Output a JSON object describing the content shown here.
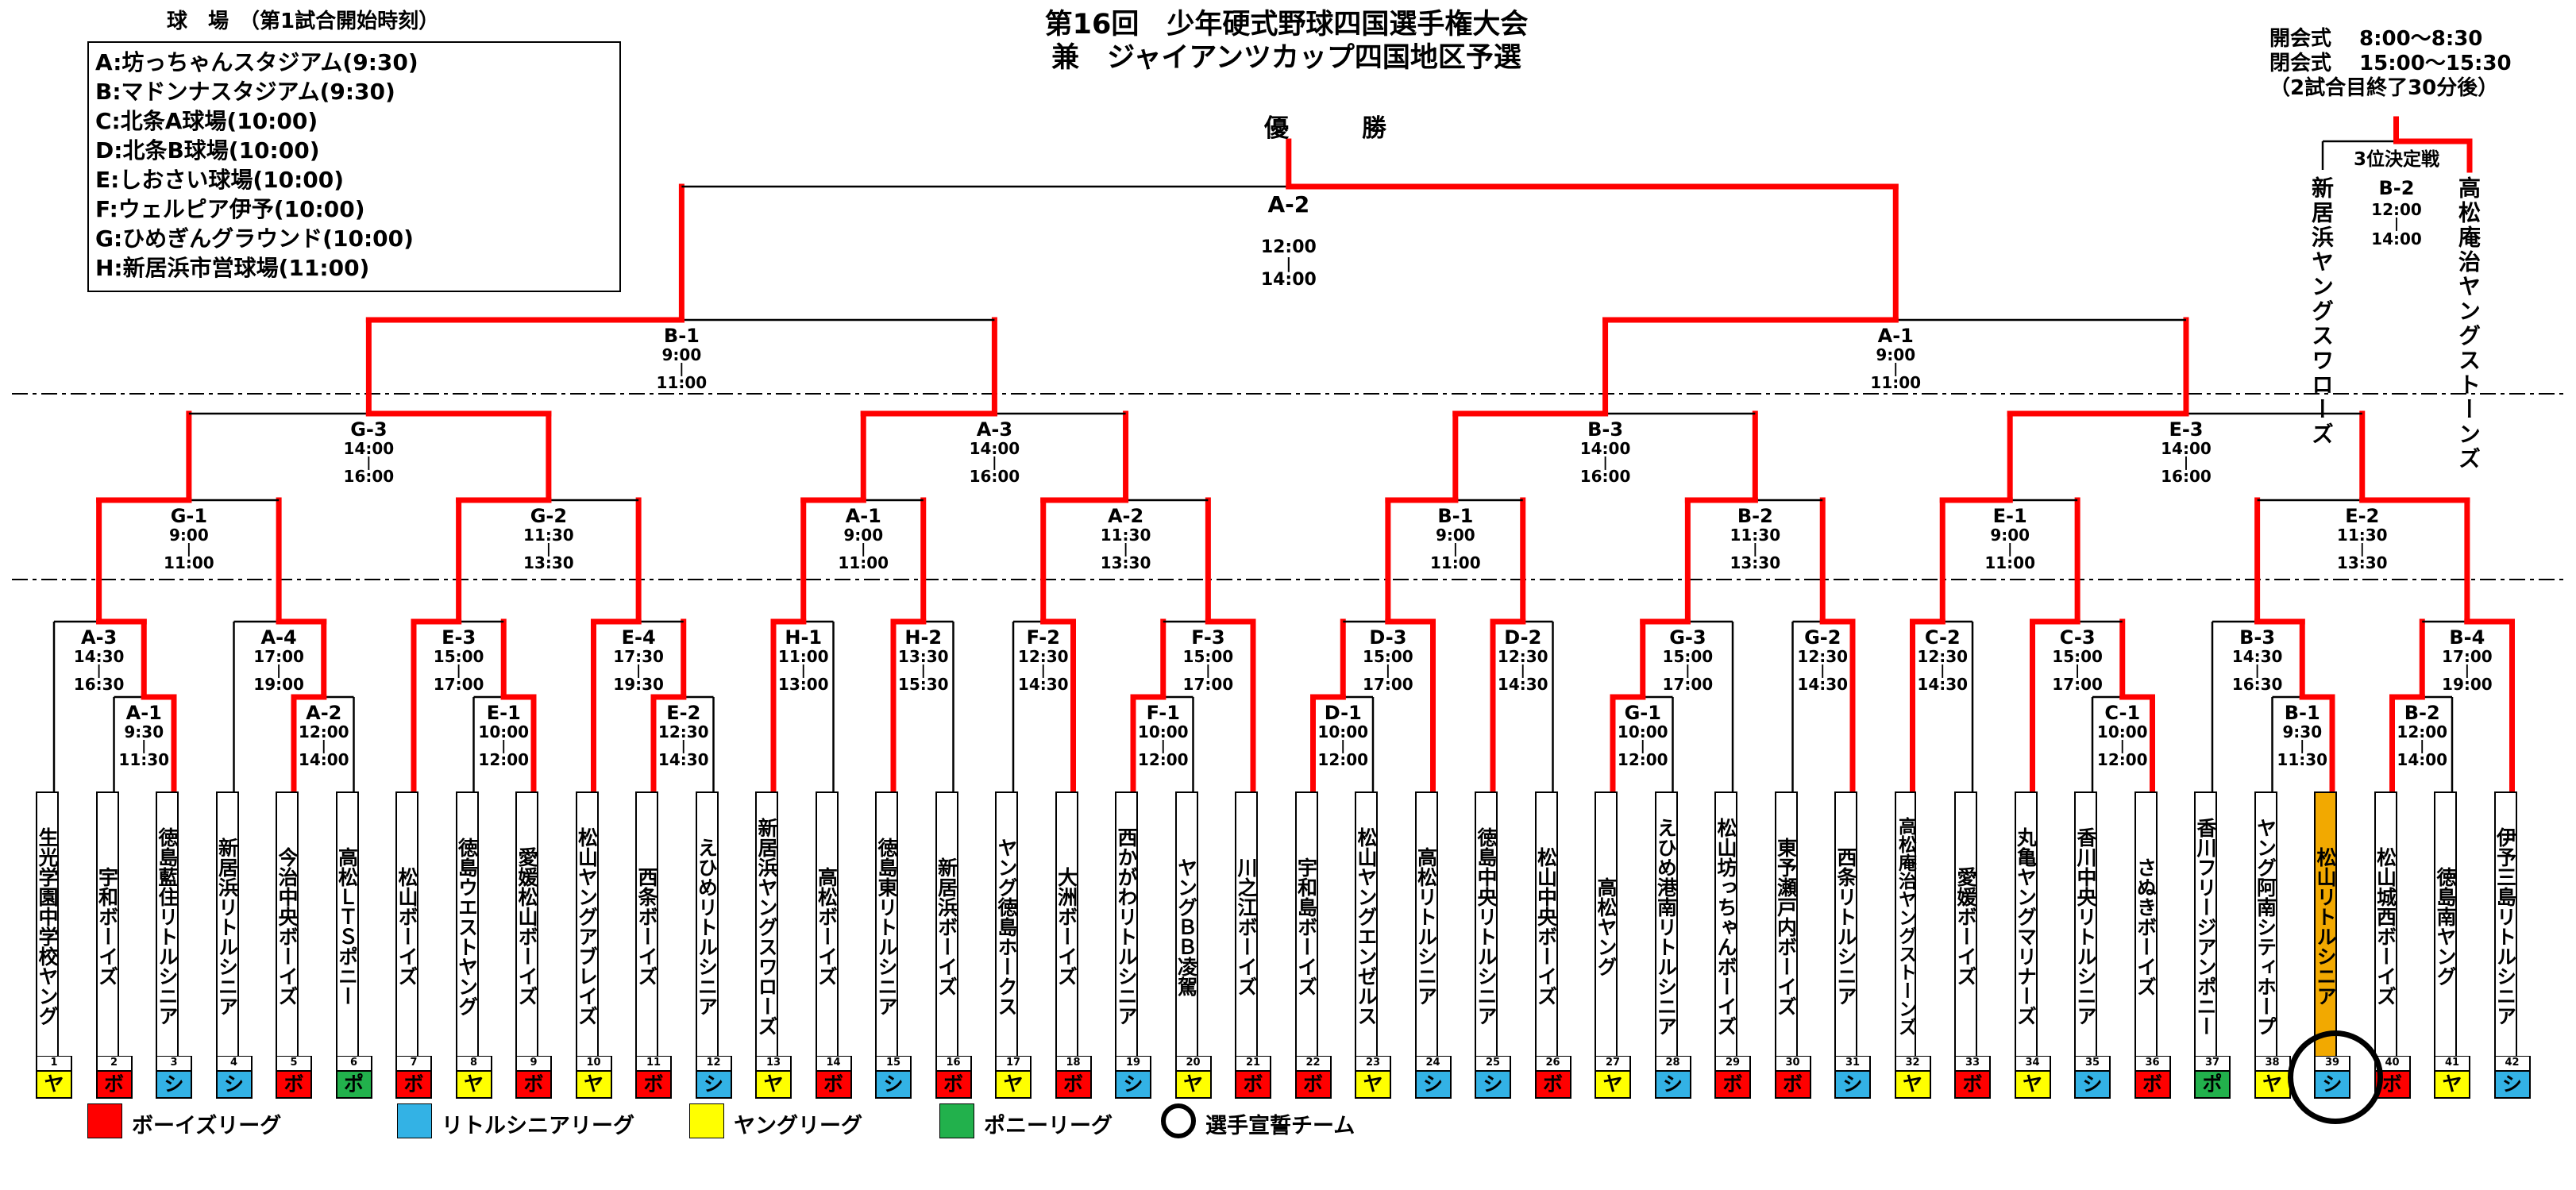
{
  "title": {
    "line1": "第16回　少年硬式野球四国選手権大会",
    "line2": "兼　ジャイアンツカップ四国地区予選"
  },
  "champion_label": "優勝",
  "venues": {
    "title": "球　場　（第1試合開始時刻）",
    "items": [
      "A:坊っちゃんスタジアム(9:30)",
      "B:マドンナスタジアム(9:30)",
      "C:北条A球場(10:00)",
      "D:北条B球場(10:00)",
      "E:しおさい球場(10:00)",
      "F:ウェルピア伊予(10:00)",
      "G:ひめぎんグラウンド(10:00)",
      "H:新居浜市営球場(11:00)"
    ]
  },
  "ceremony": {
    "line1": "開会式　 8:00～8:30",
    "line2": "閉会式　 15:00～15:30",
    "line3": "（2試合目終了30分後）"
  },
  "third_place": {
    "title": "3位決定戦",
    "label": "B-2",
    "time1": "12:00",
    "time2": "14:00",
    "left_team": "新居浜ヤングスワローズ",
    "right_team": "高松庵治ヤングストーンズ",
    "winner": "right"
  },
  "colors": {
    "win_path": "#FF0000",
    "line": "#000000",
    "highlight": "#F2A900",
    "leagues": {
      "ボ": "#FF0000",
      "シ": "#33B2E5",
      "ヤ": "#FFFF00",
      "ポ": "#22B14C"
    }
  },
  "legend": [
    {
      "shape": "square",
      "color": "#FF0000",
      "label": "ボーイズリーグ"
    },
    {
      "shape": "square",
      "color": "#33B2E5",
      "label": "リトルシニアリーグ"
    },
    {
      "shape": "square",
      "color": "#FFFF00",
      "label": "ヤングリーグ"
    },
    {
      "shape": "square",
      "color": "#22B14C",
      "label": "ポニーリーグ"
    },
    {
      "shape": "circle",
      "color": "#000000",
      "label": "選手宣誓チーム"
    }
  ],
  "teams": [
    {
      "num": 1,
      "name": "生光学園中学校ヤング",
      "league": "ヤ"
    },
    {
      "num": 2,
      "name": "宇和ボーイズ",
      "league": "ボ"
    },
    {
      "num": 3,
      "name": "徳島藍住リトルシニア",
      "league": "シ"
    },
    {
      "num": 4,
      "name": "新居浜リトルシニア",
      "league": "シ"
    },
    {
      "num": 5,
      "name": "今治中央ボーイズ",
      "league": "ボ"
    },
    {
      "num": 6,
      "name": "高松ＬＴＳポニー",
      "league": "ポ"
    },
    {
      "num": 7,
      "name": "松山ボーイズ",
      "league": "ボ"
    },
    {
      "num": 8,
      "name": "徳島ウエストヤング",
      "league": "ヤ"
    },
    {
      "num": 9,
      "name": "愛媛松山ボーイズ",
      "league": "ボ"
    },
    {
      "num": 10,
      "name": "松山ヤングアブレイズ",
      "league": "ヤ"
    },
    {
      "num": 11,
      "name": "西条ボーイズ",
      "league": "ボ"
    },
    {
      "num": 12,
      "name": "えひめリトルシニア",
      "league": "シ"
    },
    {
      "num": 13,
      "name": "新居浜ヤングスワローズ",
      "league": "ヤ"
    },
    {
      "num": 14,
      "name": "高松ボーイズ",
      "league": "ボ"
    },
    {
      "num": 15,
      "name": "徳島東リトルシニア",
      "league": "シ"
    },
    {
      "num": 16,
      "name": "新居浜ボーイズ",
      "league": "ボ"
    },
    {
      "num": 17,
      "name": "ヤング徳島ホークス",
      "league": "ヤ"
    },
    {
      "num": 18,
      "name": "大洲ボーイズ",
      "league": "ボ"
    },
    {
      "num": 19,
      "name": "西かがわリトルシニア",
      "league": "シ"
    },
    {
      "num": 20,
      "name": "ヤングＢＢ凌駕",
      "league": "ヤ"
    },
    {
      "num": 21,
      "name": "川之江ボーイズ",
      "league": "ボ"
    },
    {
      "num": 22,
      "name": "宇和島ボーイズ",
      "league": "ボ"
    },
    {
      "num": 23,
      "name": "松山ヤングエンゼルス",
      "league": "ヤ"
    },
    {
      "num": 24,
      "name": "高松リトルシニア",
      "league": "シ"
    },
    {
      "num": 25,
      "name": "徳島中央リトルシニア",
      "league": "シ"
    },
    {
      "num": 26,
      "name": "松山中央ボーイズ",
      "league": "ボ"
    },
    {
      "num": 27,
      "name": "高松ヤング",
      "league": "ヤ"
    },
    {
      "num": 28,
      "name": "えひめ港南リトルシニア",
      "league": "シ"
    },
    {
      "num": 29,
      "name": "松山坊っちゃんボーイズ",
      "league": "ボ"
    },
    {
      "num": 30,
      "name": "東予瀬戸内ボーイズ",
      "league": "ボ"
    },
    {
      "num": 31,
      "name": "西条リトルシニア",
      "league": "シ"
    },
    {
      "num": 32,
      "name": "高松庵治ヤングストーンズ",
      "league": "ヤ"
    },
    {
      "num": 33,
      "name": "愛媛ボーイズ",
      "league": "ボ"
    },
    {
      "num": 34,
      "name": "丸亀ヤングマリナーズ",
      "league": "ヤ"
    },
    {
      "num": 35,
      "name": "香川中央リトルシニア",
      "league": "シ"
    },
    {
      "num": 36,
      "name": "さぬきボーイズ",
      "league": "ボ"
    },
    {
      "num": 37,
      "name": "香川フリージアンポニー",
      "league": "ポ"
    },
    {
      "num": 38,
      "name": "ヤング阿南シティホープ",
      "league": "ヤ"
    },
    {
      "num": 39,
      "name": "松山リトルシニア",
      "league": "シ",
      "highlight": true,
      "oath": true
    },
    {
      "num": 40,
      "name": "松山城西ボーイズ",
      "league": "ボ"
    },
    {
      "num": 41,
      "name": "徳島南ヤング",
      "league": "ヤ"
    },
    {
      "num": 42,
      "name": "伊予三島リトルシニア",
      "league": "シ"
    }
  ],
  "games": [
    {
      "id": "s_A1",
      "row": "sub",
      "label": "A-1",
      "t1": "9:30",
      "t2": "11:30",
      "left": "T2",
      "right": "T3",
      "winner": "right"
    },
    {
      "id": "s_A2",
      "row": "sub",
      "label": "A-2",
      "t1": "12:00",
      "t2": "14:00",
      "left": "T5",
      "right": "T6",
      "winner": "left"
    },
    {
      "id": "s_E1",
      "row": "sub",
      "label": "E-1",
      "t1": "10:00",
      "t2": "12:00",
      "left": "T8",
      "right": "T9",
      "winner": "right"
    },
    {
      "id": "s_E2",
      "row": "sub",
      "label": "E-2",
      "t1": "12:30",
      "t2": "14:30",
      "left": "T11",
      "right": "T12",
      "winner": "left"
    },
    {
      "id": "s_F1",
      "row": "sub",
      "label": "F-1",
      "t1": "10:00",
      "t2": "12:00",
      "left": "T19",
      "right": "T20",
      "winner": "left"
    },
    {
      "id": "s_D1",
      "row": "sub",
      "label": "D-1",
      "t1": "10:00",
      "t2": "12:00",
      "left": "T22",
      "right": "T23",
      "winner": "left"
    },
    {
      "id": "s_G1",
      "row": "sub",
      "label": "G-1",
      "t1": "10:00",
      "t2": "12:00",
      "left": "T27",
      "right": "T28",
      "winner": "left"
    },
    {
      "id": "s_C1",
      "row": "sub",
      "label": "C-1",
      "t1": "10:00",
      "t2": "12:00",
      "left": "T35",
      "right": "T36",
      "winner": "right"
    },
    {
      "id": "s_B1",
      "row": "sub",
      "label": "B-1",
      "t1": "9:30",
      "t2": "11:30",
      "left": "T38",
      "right": "T39",
      "winner": "right"
    },
    {
      "id": "s_B2",
      "row": "sub",
      "label": "B-2",
      "t1": "12:00",
      "t2": "14:00",
      "left": "T40",
      "right": "T41",
      "winner": "left"
    },
    {
      "id": "l_A3",
      "row": "leaf",
      "label": "A-3",
      "t1": "14:30",
      "t2": "16:30",
      "left": "T1",
      "right": "s_A1",
      "winner": "right"
    },
    {
      "id": "l_A4",
      "row": "leaf",
      "label": "A-4",
      "t1": "17:00",
      "t2": "19:00",
      "left": "T4",
      "right": "s_A2",
      "winner": "right"
    },
    {
      "id": "l_E3",
      "row": "leaf",
      "label": "E-3",
      "t1": "15:00",
      "t2": "17:00",
      "left": "T7",
      "right": "s_E1",
      "winner": "left"
    },
    {
      "id": "l_E4",
      "row": "leaf",
      "label": "E-4",
      "t1": "17:30",
      "t2": "19:30",
      "left": "T10",
      "right": "s_E2",
      "winner": "left"
    },
    {
      "id": "l_H1",
      "row": "leaf",
      "label": "H-1",
      "t1": "11:00",
      "t2": "13:00",
      "left": "T13",
      "right": "T14",
      "winner": "left"
    },
    {
      "id": "l_H2",
      "row": "leaf",
      "label": "H-2",
      "t1": "13:30",
      "t2": "15:30",
      "left": "T15",
      "right": "T16",
      "winner": "left"
    },
    {
      "id": "l_F2",
      "row": "leaf",
      "label": "F-2",
      "t1": "12:30",
      "t2": "14:30",
      "left": "T17",
      "right": "T18",
      "winner": "right"
    },
    {
      "id": "l_F3",
      "row": "leaf",
      "label": "F-3",
      "t1": "15:00",
      "t2": "17:00",
      "left": "s_F1",
      "right": "T21",
      "winner": "right"
    },
    {
      "id": "l_D3",
      "row": "leaf",
      "label": "D-3",
      "t1": "15:00",
      "t2": "17:00",
      "left": "s_D1",
      "right": "T24",
      "winner": "right"
    },
    {
      "id": "l_D2",
      "row": "leaf",
      "label": "D-2",
      "t1": "12:30",
      "t2": "14:30",
      "left": "T25",
      "right": "T26",
      "winner": "left"
    },
    {
      "id": "l_G3",
      "row": "leaf",
      "label": "G-3",
      "t1": "15:00",
      "t2": "17:00",
      "left": "s_G1",
      "right": "T29",
      "winner": "left"
    },
    {
      "id": "l_G2",
      "row": "leaf",
      "label": "G-2",
      "t1": "12:30",
      "t2": "14:30",
      "left": "T30",
      "right": "T31",
      "winner": "right"
    },
    {
      "id": "l_C2",
      "row": "leaf",
      "label": "C-2",
      "t1": "12:30",
      "t2": "14:30",
      "left": "T32",
      "right": "T33",
      "winner": "left"
    },
    {
      "id": "l_C3",
      "row": "leaf",
      "label": "C-3",
      "t1": "15:00",
      "t2": "17:00",
      "left": "T34",
      "right": "s_C1",
      "winner": "left"
    },
    {
      "id": "l_B3",
      "row": "leaf",
      "label": "B-3",
      "t1": "14:30",
      "t2": "16:30",
      "left": "T37",
      "right": "s_B1",
      "winner": "right"
    },
    {
      "id": "l_B4",
      "row": "leaf",
      "label": "B-4",
      "t1": "17:00",
      "t2": "19:00",
      "left": "s_B2",
      "right": "T42",
      "winner": "right"
    },
    {
      "id": "r_G1",
      "row": "r16",
      "label": "G-1",
      "t1": "9:00",
      "t2": "11:00",
      "left": "l_A3",
      "right": "l_A4",
      "winner": "left"
    },
    {
      "id": "r_G2",
      "row": "r16",
      "label": "G-2",
      "t1": "11:30",
      "t2": "13:30",
      "left": "l_E3",
      "right": "l_E4",
      "winner": "left"
    },
    {
      "id": "r_A1",
      "row": "r16",
      "label": "A-1",
      "t1": "9:00",
      "t2": "11:00",
      "left": "l_H1",
      "right": "l_H2",
      "winner": "left"
    },
    {
      "id": "r_A2",
      "row": "r16",
      "label": "A-2",
      "t1": "11:30",
      "t2": "13:30",
      "left": "l_F2",
      "right": "l_F3",
      "winner": "left"
    },
    {
      "id": "r_B1",
      "row": "r16",
      "label": "B-1",
      "t1": "9:00",
      "t2": "11:00",
      "left": "l_D3",
      "right": "l_D2",
      "winner": "left"
    },
    {
      "id": "r_B2",
      "row": "r16",
      "label": "B-2",
      "t1": "11:30",
      "t2": "13:30",
      "left": "l_G3",
      "right": "l_G2",
      "winner": "left"
    },
    {
      "id": "r_E1",
      "row": "r16",
      "label": "E-1",
      "t1": "9:00",
      "t2": "11:00",
      "left": "l_C2",
      "right": "l_C3",
      "winner": "left"
    },
    {
      "id": "r_E2",
      "row": "r16",
      "label": "E-2",
      "t1": "11:30",
      "t2": "13:30",
      "left": "l_B3",
      "right": "l_B4",
      "winner": "right"
    },
    {
      "id": "q_G3",
      "row": "qf",
      "label": "G-3",
      "t1": "14:00",
      "t2": "16:00",
      "left": "r_G1",
      "right": "r_G2",
      "winner": "right"
    },
    {
      "id": "q_A3",
      "row": "qf",
      "label": "A-3",
      "t1": "14:00",
      "t2": "16:00",
      "left": "r_A1",
      "right": "r_A2",
      "winner": "left"
    },
    {
      "id": "q_B3",
      "row": "qf",
      "label": "B-3",
      "t1": "14:00",
      "t2": "16:00",
      "left": "r_B1",
      "right": "r_B2",
      "winner": "left"
    },
    {
      "id": "q_E3",
      "row": "qf",
      "label": "E-3",
      "t1": "14:00",
      "t2": "16:00",
      "left": "r_E1",
      "right": "r_E2",
      "winner": "left"
    },
    {
      "id": "m_B1",
      "row": "semi",
      "label": "B-1",
      "t1": "9:00",
      "t2": "11:00",
      "left": "q_G3",
      "right": "q_A3",
      "winner": "left"
    },
    {
      "id": "m_A1",
      "row": "semi",
      "label": "A-1",
      "t1": "9:00",
      "t2": "11:00",
      "left": "q_B3",
      "right": "q_E3",
      "winner": "left"
    },
    {
      "id": "f_A2",
      "row": "final",
      "label": "A-2",
      "t1": "12:00",
      "t2": "14:00",
      "left": "m_B1",
      "right": "m_A1",
      "winner": "right"
    }
  ]
}
